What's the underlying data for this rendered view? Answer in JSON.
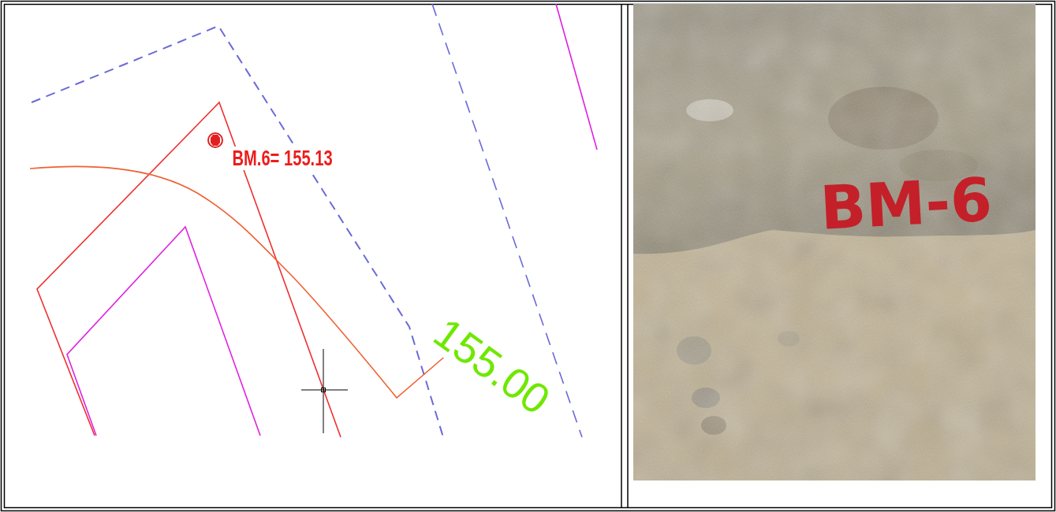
{
  "diagram": {
    "labels": [
      "BM.6= 155.13",
      "155.00",
      "BM-6"
    ]
  }
}
